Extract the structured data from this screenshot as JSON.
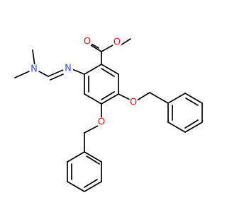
{
  "molecule": {
    "atoms": {
      "carbonyl_O": {
        "symbol": "O",
        "color": "#ff0d0d"
      },
      "ester_O": {
        "symbol": "O",
        "color": "#ff0d0d"
      },
      "ether_O_upper": {
        "symbol": "O",
        "color": "#ff0d0d"
      },
      "ether_O_lower": {
        "symbol": "O",
        "color": "#ff0d0d"
      },
      "amidine_N_dimethyl": {
        "symbol": "N",
        "color": "#3050f8"
      },
      "amidine_N_imine": {
        "symbol": "N",
        "color": "#3050f8"
      }
    },
    "bond_color": "#000000"
  }
}
